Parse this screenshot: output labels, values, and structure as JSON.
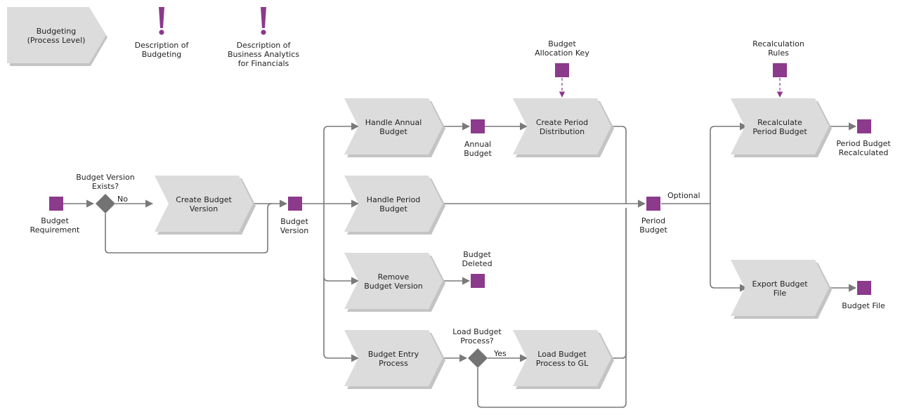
{
  "colors": {
    "process": "#dcdcdc",
    "process_shadow": "#c4c4c4",
    "object": "#8b3a8c",
    "gateway": "#737373",
    "connector": "#7a7a7a"
  },
  "header": {
    "process_level": {
      "line1": "Budgeting",
      "line2": "(Process Level)"
    },
    "description_budgeting": {
      "icon": "exclamation-icon",
      "line1": "Description of",
      "line2": "Budgeting"
    },
    "description_analytics": {
      "icon": "exclamation-icon",
      "line1": "Description of",
      "line2": "Business Analytics",
      "line3": "for Financials"
    }
  },
  "processes": {
    "create_budget_version": {
      "line1": "Create Budget",
      "line2": "Version"
    },
    "handle_annual_budget": {
      "line1": "Handle Annual",
      "line2": "Budget"
    },
    "handle_period_budget": {
      "line1": "Handle Period",
      "line2": "Budget"
    },
    "remove_budget_version": {
      "line1": "Remove",
      "line2": "Budget Version"
    },
    "budget_entry_process": {
      "line1": "Budget Entry",
      "line2": "Process"
    },
    "create_period_distribution": {
      "line1": "Create Period",
      "line2": "Distribution"
    },
    "load_budget_process_to_gl": {
      "line1": "Load Budget",
      "line2": "Process to GL"
    },
    "recalculate_period_budget": {
      "line1": "Recalculate",
      "line2": "Period Budget"
    },
    "export_budget_file": {
      "line1": "Export Budget",
      "line2": "File"
    }
  },
  "objects": {
    "budget_requirement": {
      "line1": "Budget",
      "line2": "Requirement"
    },
    "budget_version": {
      "line1": "Budget",
      "line2": "Version"
    },
    "annual_budget": {
      "line1": "Annual",
      "line2": "Budget"
    },
    "budget_deleted": {
      "line1": "Budget",
      "line2": "Deleted"
    },
    "budget_allocation_key": {
      "line1": "Budget",
      "line2": "Allocation Key"
    },
    "period_budget": {
      "line1": "Period",
      "line2": "Budget"
    },
    "recalculation_rules": {
      "line1": "Recalculation",
      "line2": "Rules"
    },
    "period_budget_recalculated": {
      "line1": "Period Budget",
      "line2": "Recalculated"
    },
    "budget_file": {
      "line1": "Budget File"
    }
  },
  "gateways": {
    "budget_version_exists": {
      "line1": "Budget Version",
      "line2": "Exists?",
      "branch_label": "No"
    },
    "load_budget_process": {
      "line1": "Load Budget",
      "line2": "Process?",
      "branch_label": "Yes"
    }
  },
  "edge_labels": {
    "optional": "Optional"
  }
}
